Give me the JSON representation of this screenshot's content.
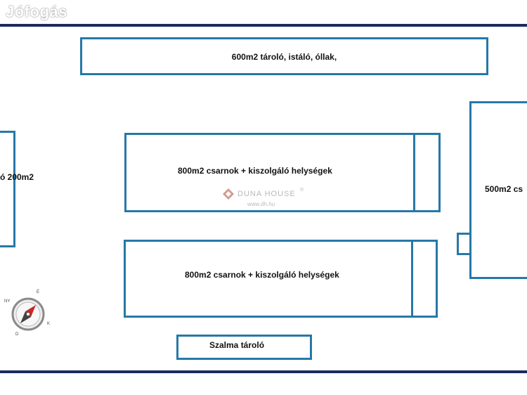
{
  "watermark": {
    "site": "Jófogás"
  },
  "agency": {
    "name": "DUNA HOUSE",
    "mark": "®",
    "url": "www.dh.hu"
  },
  "buildings": {
    "b600": "600m2 tároló, istáló, óllak,",
    "b200": "ó 200m2",
    "b800a": "800m2 csarnok + kiszolgáló helységek",
    "b800b": "800m2 csarnok + kiszolgáló helységek",
    "b500": "500m2 cs",
    "szalma": "Szalma tároló"
  },
  "compass": {
    "nw": "NY",
    "n": "É",
    "e": "K",
    "s": "D"
  },
  "colors": {
    "border": "#1c2a5e",
    "building": "#2678a8"
  }
}
